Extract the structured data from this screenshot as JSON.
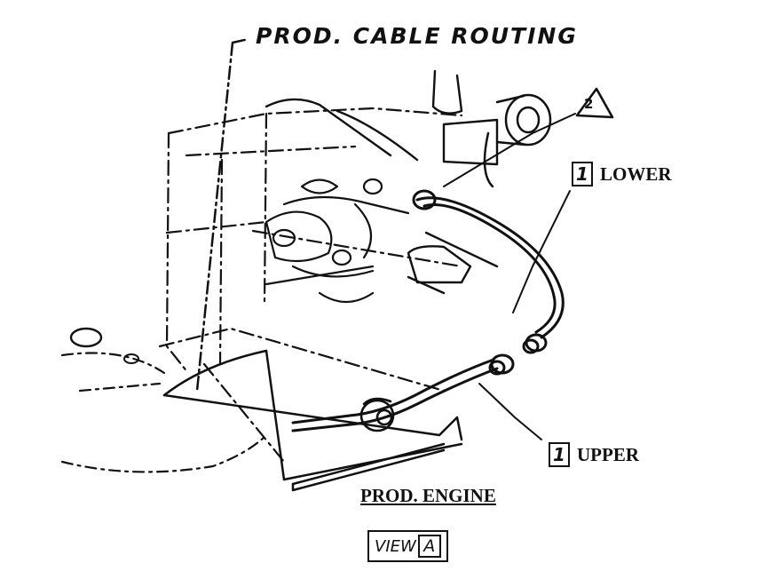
{
  "title_label": "PROD. CABLE ROUTING",
  "callouts": {
    "lower": {
      "number": "1",
      "text": "LOWER"
    },
    "upper": {
      "number": "1",
      "text": "UPPER"
    },
    "triangle": "2"
  },
  "engine_label": "PROD. ENGINE",
  "view_tag": {
    "word": "VIEW",
    "letter": "A"
  }
}
